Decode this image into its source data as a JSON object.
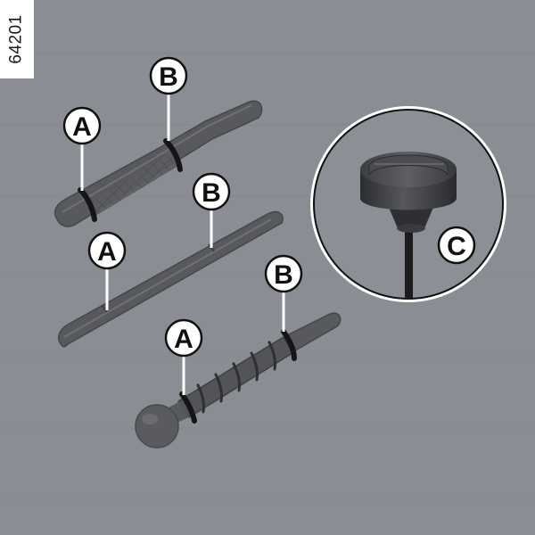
{
  "figure": {
    "reference_code": "64201",
    "background_color": "#8a8d93",
    "callouts": {
      "a": "A",
      "b": "B",
      "c": "C"
    },
    "items": [
      {
        "name": "flat-dipstick",
        "icon": "flat-dipstick-with-diamond-grip"
      },
      {
        "name": "plain-dipstick",
        "icon": "plain-flat-dipstick"
      },
      {
        "name": "spiral-dipstick",
        "icon": "dipstick-with-spiral-grip-and-ball-end"
      }
    ],
    "detail_inset": {
      "icon": "dipstick-cap-closeup"
    }
  }
}
